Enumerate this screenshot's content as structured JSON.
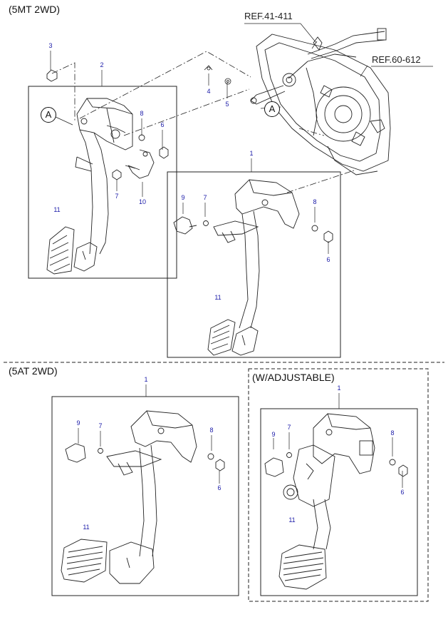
{
  "sections": {
    "mt": "(5MT 2WD)",
    "at": "(5AT 2WD)",
    "adj": "(W/ADJUSTABLE)"
  },
  "refs": {
    "r1": "REF.41-411",
    "r2": "REF.60-612"
  },
  "circle": "A",
  "callouts": {
    "c3": "3",
    "c2": "2",
    "c8a": "8",
    "c6a": "6",
    "c7a": "7",
    "c10": "10",
    "c11a": "11",
    "c4": "4",
    "c5": "5",
    "c1a": "1",
    "c9a": "9",
    "c7b": "7",
    "c8b": "8",
    "c6b": "6",
    "c11b": "11",
    "c1b": "1",
    "c9b": "9",
    "c7c": "7",
    "c8c": "8",
    "c6c": "6",
    "c11c": "11",
    "c1c": "1",
    "c9c": "9",
    "c7d": "7",
    "c8d": "8",
    "c6d": "6",
    "c11d": "11"
  },
  "colors": {
    "line": "#222222",
    "callout": "#1a1aa8",
    "background": "#ffffff"
  }
}
